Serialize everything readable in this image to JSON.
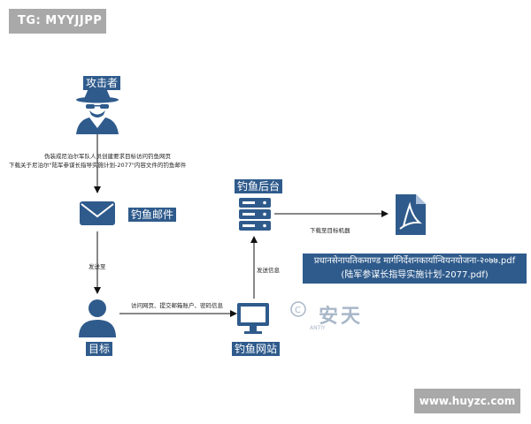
{
  "badge": "TG: MYYJJPP",
  "nodes": {
    "attacker": "攻击者",
    "email": "钓鱼邮件",
    "target": "目标",
    "site": "钓鱼网站",
    "backend": "钓鱼后台"
  },
  "edges": {
    "attacker_email_1": "伪装成尼泊尔军队人员创建要求目标访问钓鱼网页",
    "attacker_email_2": "下载关于尼泊尔\"陆军参谋长指导实施计划-2077\"内容文件的钓鱼邮件",
    "email_target": "发送至",
    "target_site": "访问网页、提交邮箱账户、密码信息",
    "site_backend": "发送信息",
    "backend_pdf": "下载至目标机器"
  },
  "pdf": {
    "line1": "प्रधानसेनापतिकमाण्ड मार्गनिर्देशनकार्यान्वियनयोजना-२०७७.pdf",
    "line2": "(陆军参谋长指导实施计划-2077.pdf)"
  },
  "watermark": {
    "cn": "安天",
    "en": "ANTIY"
  },
  "url": "www.huyzc.com",
  "colors": {
    "icon": "#2f5b8c",
    "label_bg": "#2f5b8c",
    "gray_badge": "#a9a9a9",
    "pdf_icon": "#2f5b8c"
  }
}
